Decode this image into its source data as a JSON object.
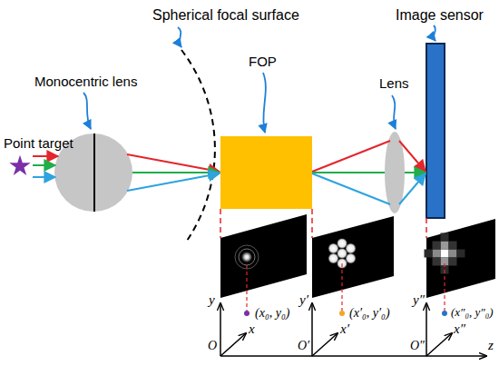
{
  "diagram": {
    "labels": [
      "Point target",
      "Monocentric lens",
      "Spherical focal surface",
      "FOP",
      "Lens",
      "Image sensor",
      "(x₀, y₀)",
      "(x′₀, y′₀)",
      "(x″₀, y″₀)",
      "y",
      "x",
      "O",
      "y′",
      "x′",
      "O′",
      "y″",
      "x″",
      "O″",
      "z"
    ]
  }
}
